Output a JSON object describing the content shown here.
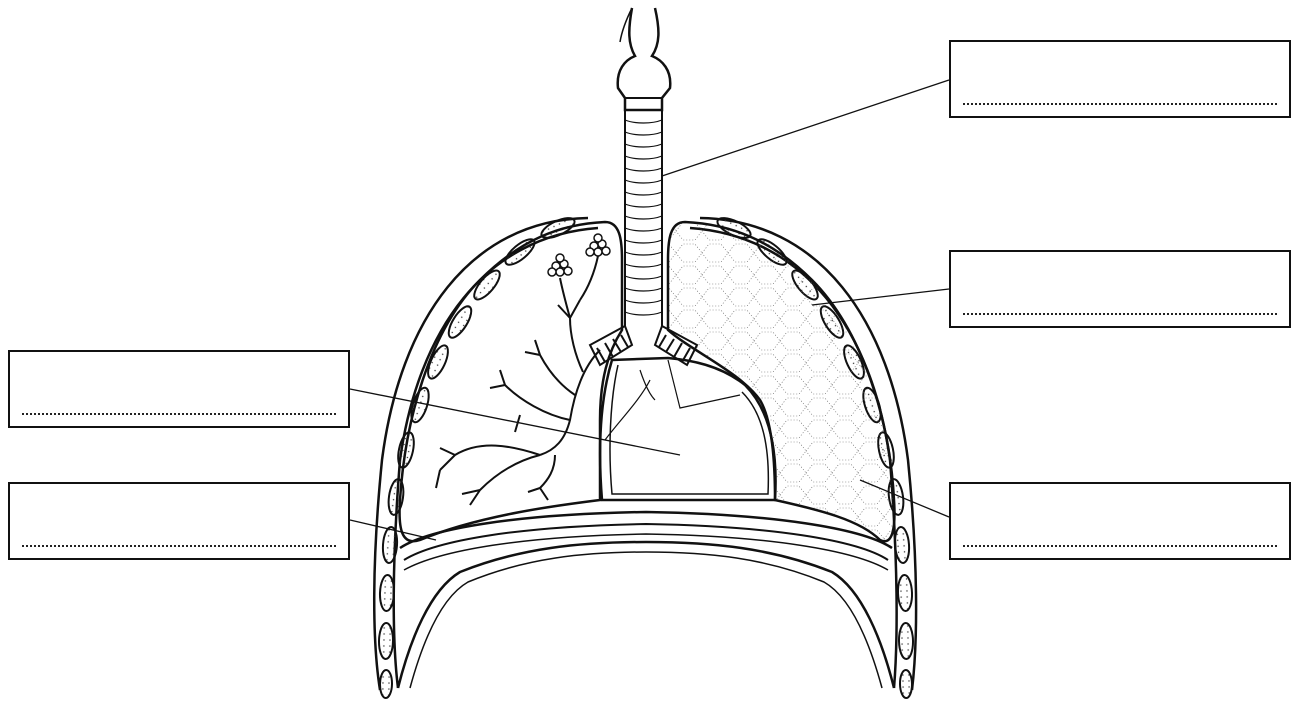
{
  "diagram": {
    "subject": "lungs-and-thorax-coronal-section",
    "colors": {
      "line": "#111111",
      "background": "#ffffff",
      "dots": "#222222"
    },
    "label_boxes": [
      {
        "id": "top-right",
        "answer": "",
        "placeholder": ""
      },
      {
        "id": "mid-right",
        "answer": "",
        "placeholder": ""
      },
      {
        "id": "bottom-right",
        "answer": "",
        "placeholder": ""
      },
      {
        "id": "mid-left",
        "answer": "",
        "placeholder": ""
      },
      {
        "id": "bottom-left",
        "answer": "",
        "placeholder": ""
      }
    ]
  }
}
